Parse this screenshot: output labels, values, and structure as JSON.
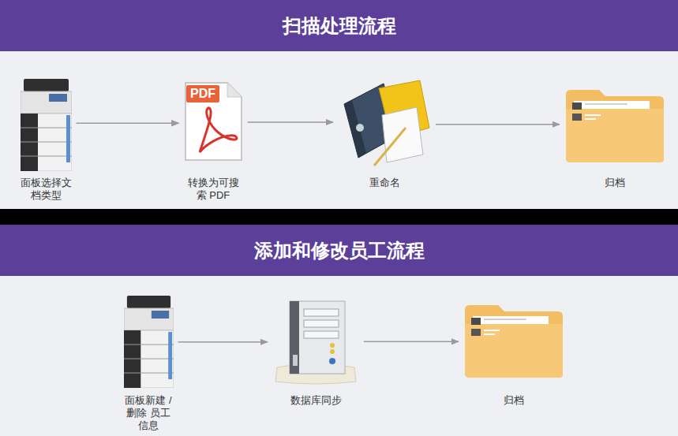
{
  "diagram": {
    "nodes": [
      {
        "text": [
          "扫描处理流程"
        ]
      },
      {
        "text": [
          "面板选择文档类型"
        ],
        "in": 0
      },
      {
        "text": [
          "转换为可搜索 PDF"
        ],
        "in": 0
      },
      {
        "text": [
          "重命名"
        ],
        "in": 0
      },
      {
        "text": [
          "归档"
        ],
        "in": 0
      },
      {
        "text": [
          "添加和修改员工流程"
        ]
      },
      {
        "text": [
          "面板新建 / 删除 员工信息"
        ],
        "in": 5
      },
      {
        "text": [
          "数据库同步"
        ],
        "in": 5
      },
      {
        "text": [
          "归档"
        ],
        "in": 5
      }
    ],
    "edges": [
      {
        "from": 1,
        "to": 2,
        "arrow": "to"
      },
      {
        "from": 2,
        "to": 3,
        "arrow": "to"
      },
      {
        "from": 3,
        "to": 4,
        "arrow": "to"
      },
      {
        "from": 6,
        "to": 7,
        "arrow": "to"
      },
      {
        "from": 7,
        "to": 8,
        "arrow": "to"
      }
    ],
    "labels": [
      "PDF"
    ]
  }
}
